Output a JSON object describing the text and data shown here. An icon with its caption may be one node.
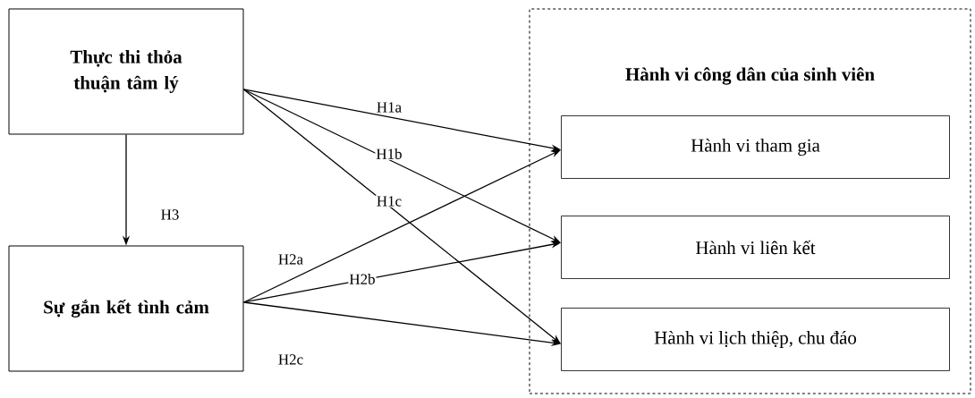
{
  "diagram": {
    "nodes": [
      {
        "text": [
          "Thực thi thỏa thuận tâm lý"
        ]
      },
      {
        "text": [
          "Sự gắn kết tình cảm"
        ]
      },
      {
        "text": [
          "Hành vi công dân của sinh viên"
        ]
      },
      {
        "text": [
          "Hành vi tham gia"
        ],
        "in": 2
      },
      {
        "text": [
          "Hành vi liên kết"
        ],
        "in": 2
      },
      {
        "text": [
          "Hành vi lịch thiệp, chu đáo"
        ],
        "in": 2
      }
    ],
    "edges": [
      {
        "from": 0,
        "to": 3,
        "arrow": "to",
        "label": "H1a"
      },
      {
        "from": 0,
        "to": 4,
        "arrow": "to",
        "label": "H1b"
      },
      {
        "from": 0,
        "to": 5,
        "arrow": "to",
        "label": "H1c"
      },
      {
        "from": 0,
        "to": 1,
        "arrow": "to",
        "label": "H3"
      },
      {
        "from": 1,
        "to": 3,
        "arrow": "to",
        "label": "H2a"
      },
      {
        "from": 1,
        "to": 4,
        "arrow": "to",
        "label": "H2b"
      },
      {
        "from": 1,
        "to": 5,
        "arrow": "to",
        "label": "H2c"
      }
    ]
  }
}
